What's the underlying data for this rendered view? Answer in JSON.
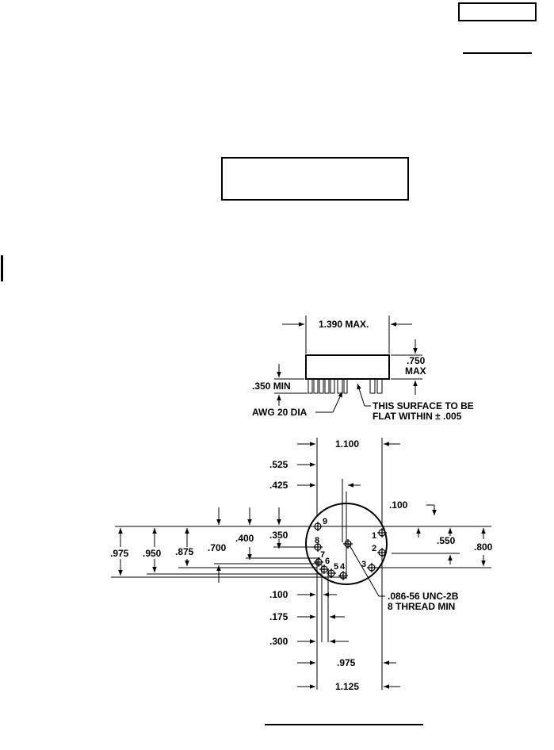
{
  "header_box_label": "",
  "header_underline_label": "",
  "center_box_label": "",
  "footer_label": "",
  "side_view": {
    "width_dim": "1.390 MAX.",
    "height_dim_line1": ".750",
    "height_dim_line2": "MAX",
    "pin_length_dim": ".350 MIN",
    "pin_wire": "AWG 20 DIA",
    "surface_note_line1": "THIS SURFACE TO BE",
    "surface_note_line2": "FLAT WITHIN ± .005"
  },
  "bottom_view": {
    "top_dims": [
      "1.100",
      ".525",
      ".425",
      ".100"
    ],
    "left_dims": [
      ".975",
      ".950",
      ".875",
      ".700",
      ".400",
      ".350"
    ],
    "right_dims": [
      ".550",
      ".800"
    ],
    "bottom_dims": [
      ".100",
      ".175",
      ".300",
      ".975",
      "1.125"
    ],
    "thread_note_line1": ".086-56 UNC-2B",
    "thread_note_line2": "8 THREAD MIN",
    "pins": [
      "1",
      "2",
      "3",
      "4",
      "5",
      "6",
      "7",
      "8",
      "9"
    ]
  }
}
